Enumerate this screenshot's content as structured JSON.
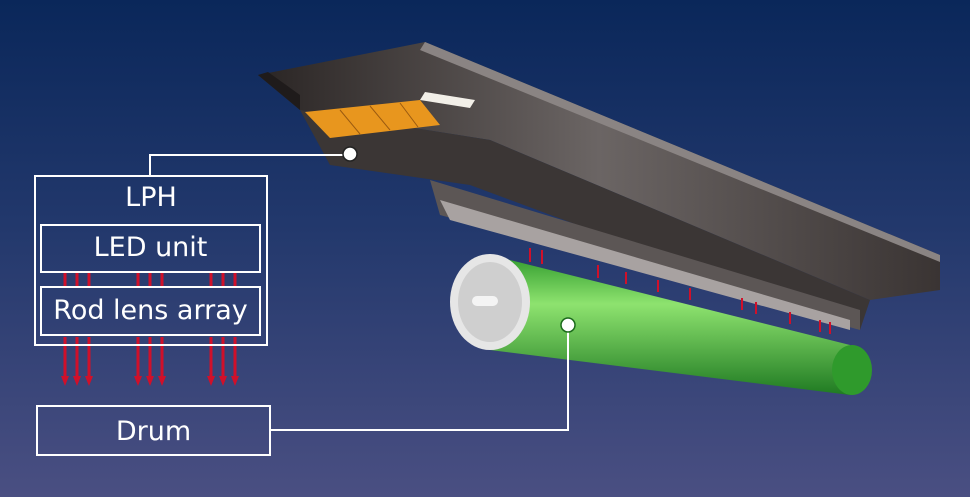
{
  "labels": {
    "lph": "LPH",
    "led_unit": "LED unit",
    "rod_lens_array": "Rod lens array",
    "drum": "Drum"
  },
  "colors": {
    "light_beam": "#d0102a",
    "drum": "#3cc23a",
    "housing": "#4a4442",
    "connector": "#e8961e"
  }
}
